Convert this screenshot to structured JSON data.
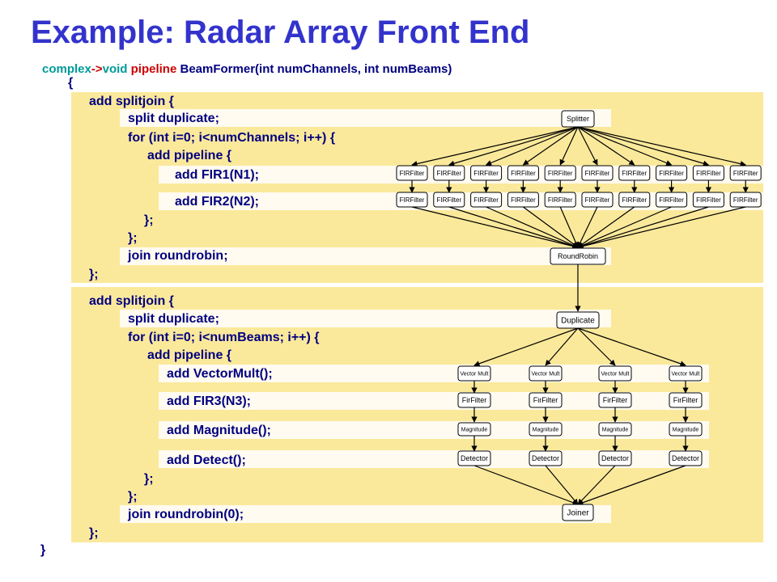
{
  "title": "Example: Radar Array Front End",
  "signature": {
    "type": "complex",
    "arrow": "->",
    "ret": "void",
    "kind": "pipeline",
    "rest": "BeamFormer(int numChannels, int numBeams)"
  },
  "open_brace": "{",
  "close_brace": "}",
  "code1": {
    "l1": "add splitjoin {",
    "l2": "split duplicate;",
    "l3": "for (int i=0; i<numChannels; i++) {",
    "l4": "add pipeline {",
    "l5": "add FIR1(N1);",
    "l6": "add FIR2(N2);",
    "l7": "};",
    "l8": "};",
    "l9": "join roundrobin;",
    "l10": "};"
  },
  "code2": {
    "l1": "add splitjoin {",
    "l2": "split duplicate;",
    "l3": "for (int i=0; i<numBeams; i++) {",
    "l4": "add pipeline {",
    "l5": "add VectorMult();",
    "l6": "add FIR3(N3);",
    "l7": "add Magnitude();",
    "l8": "add Detect();",
    "l9": "};",
    "l10": "};",
    "l11": "join roundrobin(0);",
    "l12": "};"
  },
  "diagram": {
    "splitter": "Splitter",
    "fir_filter": "FIRFilter",
    "fir_count": 10,
    "roundrobin": "RoundRobin",
    "duplicate": "Duplicate",
    "vector_mult": "Vector Mult",
    "fir_filter2": "FirFilter",
    "magnitude": "Magnitude",
    "detector": "Detector",
    "beam_count": 4,
    "joiner": "Joiner"
  }
}
